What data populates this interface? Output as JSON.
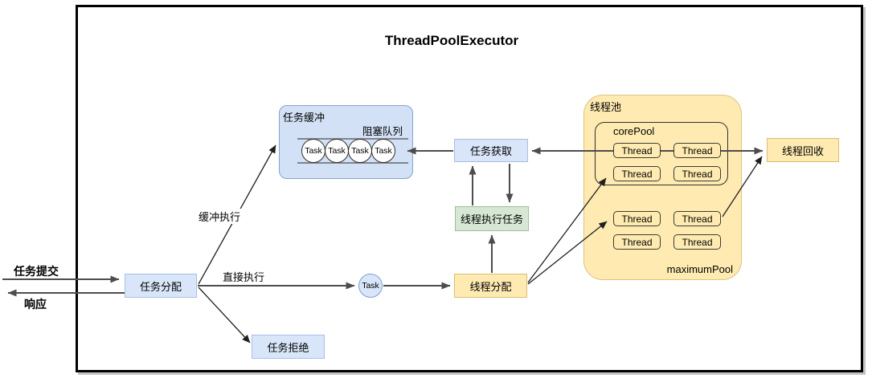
{
  "title": "ThreadPoolExecutor",
  "io": {
    "submit": "任务提交",
    "response": "响应"
  },
  "nodes": {
    "task_allocate": "任务分配",
    "task_reject": "任务拒绝",
    "task_fetch": "任务获取",
    "thread_execute": "线程执行任务",
    "thread_allocate": "线程分配",
    "thread_recycle": "线程回收",
    "task_circle": "Task"
  },
  "buffer": {
    "title": "任务缓冲",
    "queue_title": "阻塞队列",
    "tasks": [
      "Task",
      "Task",
      "Task",
      "Task"
    ]
  },
  "pool": {
    "title": "线程池",
    "core_label": "corePool",
    "maximum_label": "maximumPool",
    "core_threads": [
      "Thread",
      "Thread",
      "Thread",
      "Thread"
    ],
    "maximum_threads": [
      "Thread",
      "Thread",
      "Thread",
      "Thread"
    ]
  },
  "edge_labels": {
    "buffered": "缓冲执行",
    "direct": "直接执行"
  },
  "colors": {
    "blue_fill": "#d9e6f9",
    "blue_border": "#a6bfe3",
    "buffer_fill": "#d3e1f6",
    "buffer_border": "#84a3d1",
    "yellow_fill": "#ffeab1",
    "yellow_border": "#d8bd74",
    "green_fill": "#d6e8d4",
    "green_border": "#9bbf97",
    "arrow_gray": "#4d4d4d",
    "arrow_black": "#1f1f1f"
  }
}
